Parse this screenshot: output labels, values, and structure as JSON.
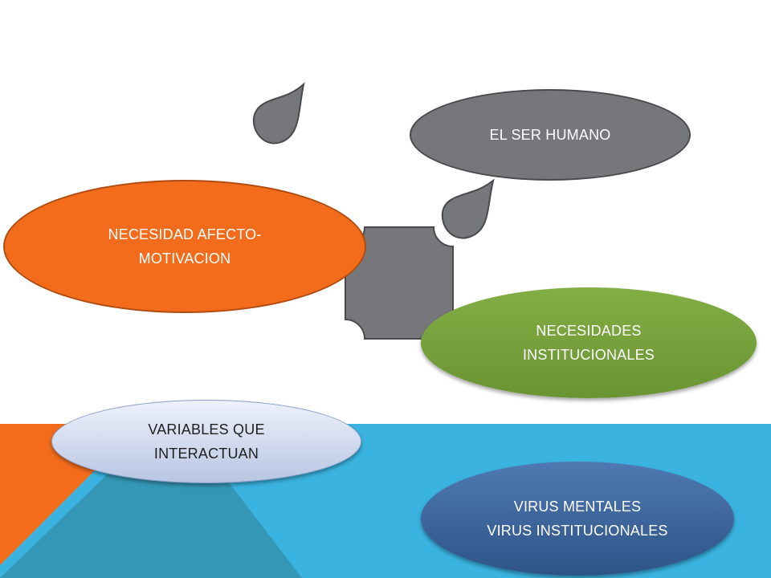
{
  "colors": {
    "background": "#ffffff",
    "band_blue": "#3ab3e0",
    "band_orange": "#f26c1c",
    "band_teal": "#3497b6",
    "gray_shape": "#76777b",
    "orange": "#f26c1c",
    "green": "#76a13b",
    "light_blue": "#c9d4ec",
    "dark_blue": "#3e66a0"
  },
  "nodes": {
    "ser_humano": {
      "lines": [
        "EL SER HUMANO"
      ]
    },
    "necesidad_afecto": {
      "lines": [
        "NECESIDAD AFECTO-",
        "MOTIVACION"
      ]
    },
    "necesidades_institucionales": {
      "lines": [
        "NECESIDADES",
        "INSTITUCIONALES"
      ]
    },
    "variables": {
      "lines": [
        "VARIABLES QUE",
        "INTERACTUAN"
      ]
    },
    "virus": {
      "lines": [
        "VIRUS MENTALES",
        "VIRUS INSTITUCIONALES"
      ]
    }
  },
  "icons": {
    "drop_top": "teardrop-icon",
    "drop_middle": "teardrop-icon",
    "center_plaque": "plaque-shape"
  }
}
